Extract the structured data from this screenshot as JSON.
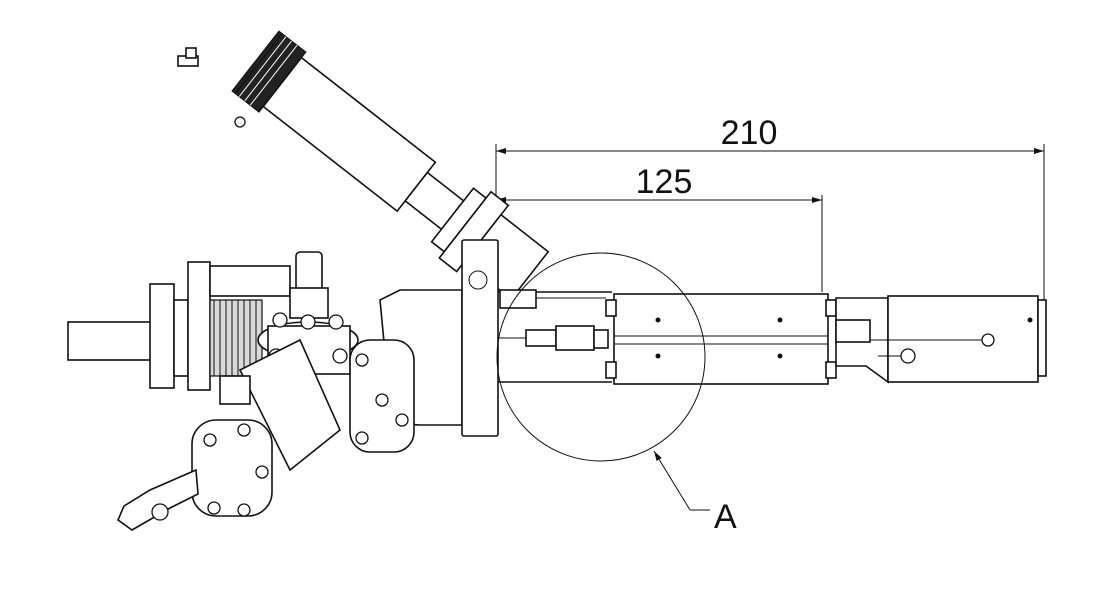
{
  "dimensions": {
    "overall": "210",
    "inner": "125"
  },
  "callouts": {
    "detail": "A"
  }
}
